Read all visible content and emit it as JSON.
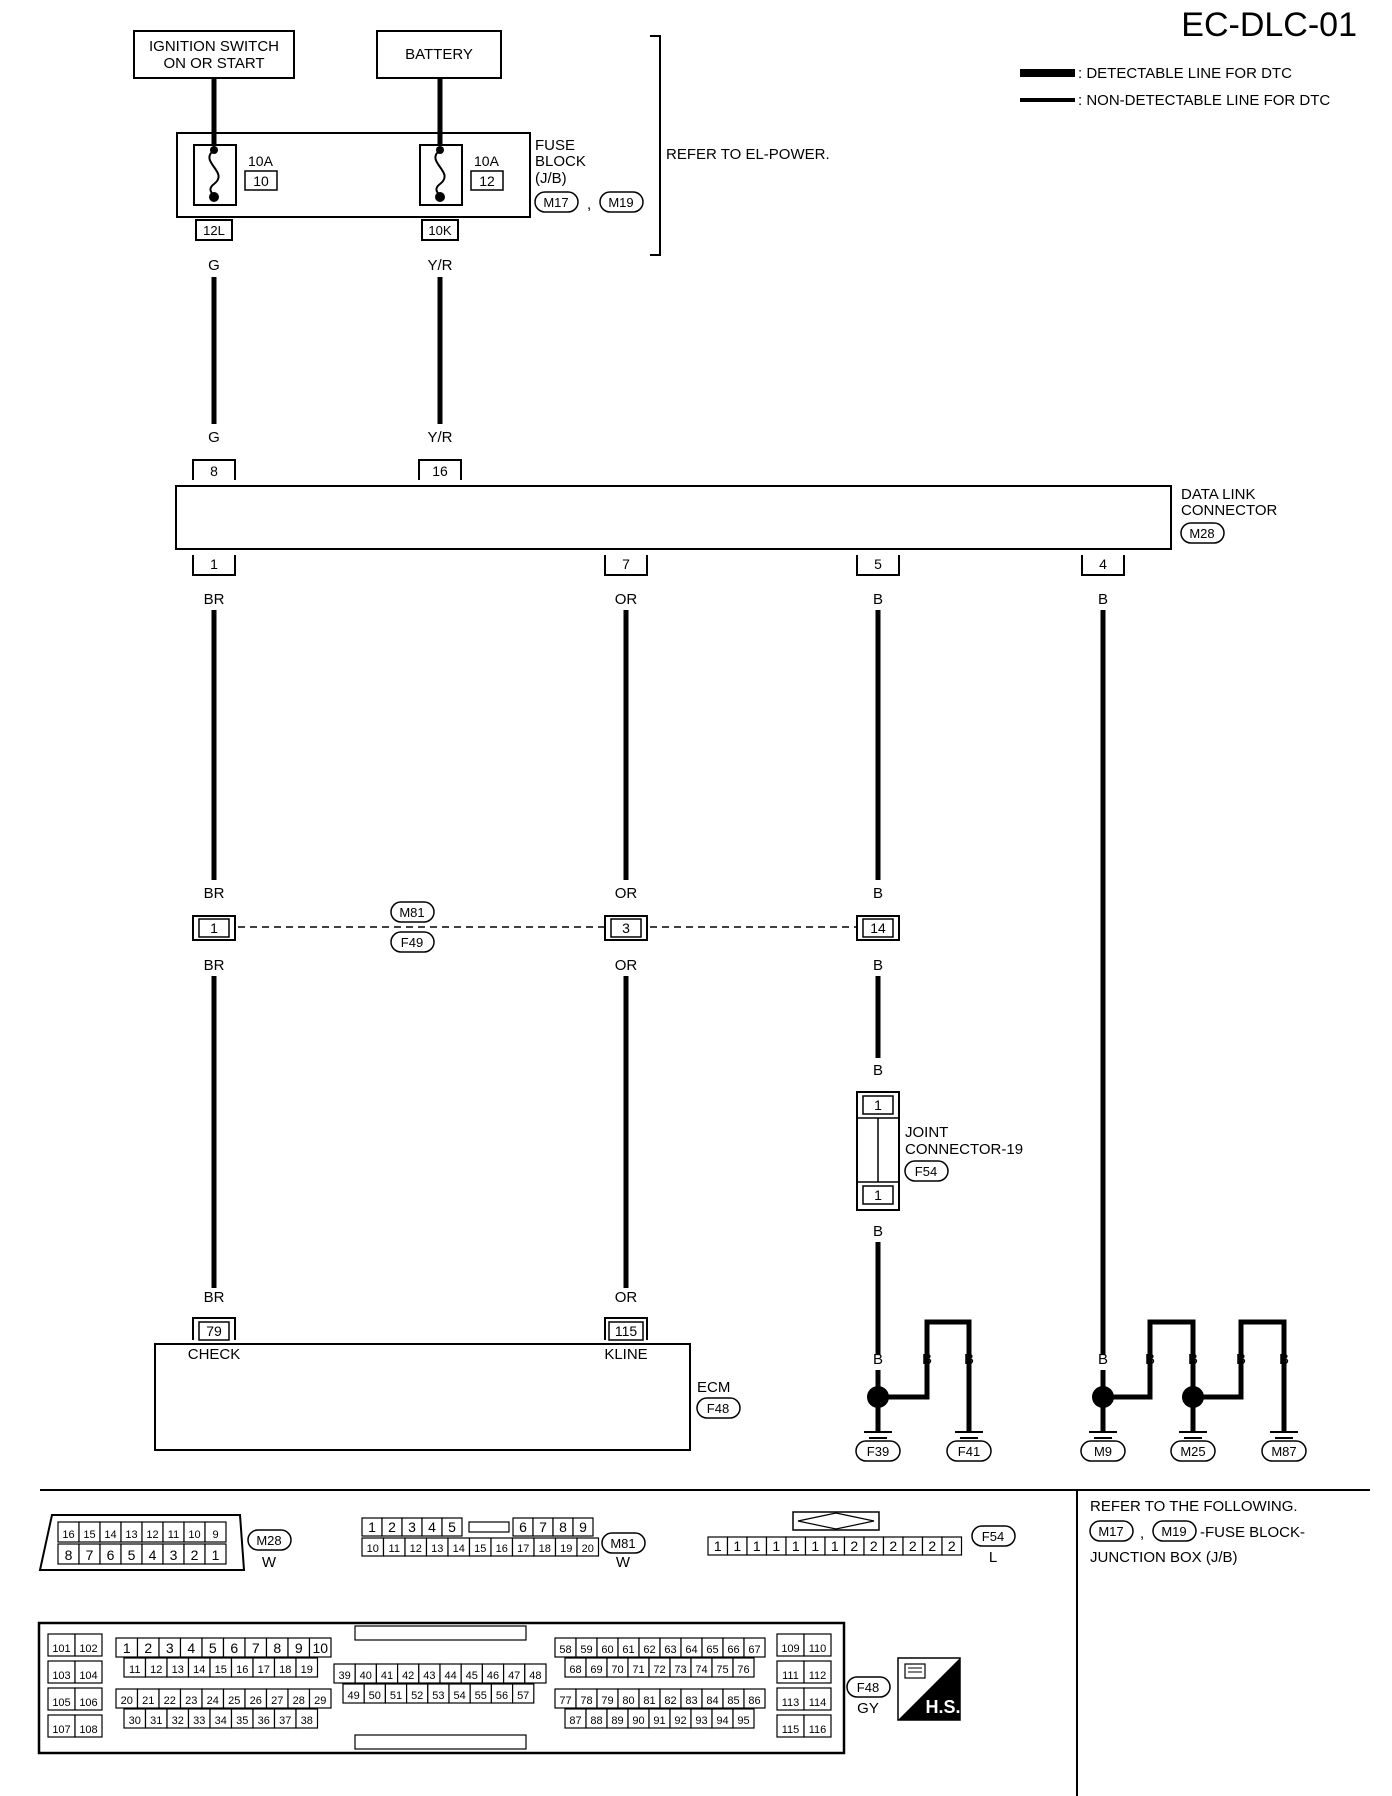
{
  "title": "EC-DLC-01",
  "legend": {
    "detectable": ": DETECTABLE LINE FOR DTC",
    "non_detectable": ": NON-DETECTABLE LINE FOR DTC"
  },
  "sources": {
    "ignition_line1": "IGNITION SWITCH",
    "ignition_line2": "ON OR START",
    "battery": "BATTERY"
  },
  "fuse_block": {
    "label_line1": "FUSE",
    "label_line2": "BLOCK",
    "label_line3": "(J/B)",
    "conn_a": "M17",
    "separator": ",",
    "conn_b": "M19",
    "fuse1_amp": "10A",
    "fuse1_no": "10",
    "fuse2_amp": "10A",
    "fuse2_no": "12",
    "term1": "12L",
    "term2": "10K",
    "refer": "REFER TO EL-POWER."
  },
  "wire_colors": {
    "g": "G",
    "yr": "Y/R",
    "br": "BR",
    "or": "OR",
    "b": "B"
  },
  "dlc": {
    "label_line1": "DATA LINK",
    "label_line2": "CONNECTOR",
    "conn": "M28",
    "pin_top_1": "8",
    "pin_top_2": "16",
    "pin_bot_1": "1",
    "pin_bot_2": "7",
    "pin_bot_3": "5",
    "pin_bot_4": "4"
  },
  "inline": {
    "conn_male": "M81",
    "conn_female": "F49",
    "pin_1": "1",
    "pin_2": "3",
    "pin_3": "14"
  },
  "joint": {
    "label_line1": "JOINT",
    "label_line2": "CONNECTOR-19",
    "conn": "F54",
    "pin_top": "1",
    "pin_bot": "1"
  },
  "ecm": {
    "label": "ECM",
    "conn": "F48",
    "pin_check": "79",
    "pin_kline": "115",
    "check_label": "CHECK",
    "kline_label": "KLINE"
  },
  "grounds": [
    "F39",
    "F41",
    "M9",
    "M25",
    "M87"
  ],
  "connector_views": {
    "m28": {
      "code": "M28",
      "color": "W",
      "row1": [
        "16",
        "15",
        "14",
        "13",
        "12",
        "11",
        "10",
        "9"
      ],
      "row2": [
        "8",
        "7",
        "6",
        "5",
        "4",
        "3",
        "2",
        "1"
      ]
    },
    "m81": {
      "code": "M81",
      "color": "W",
      "row1": [
        "1",
        "2",
        "3",
        "4",
        "5",
        "6",
        "7",
        "8",
        "9"
      ],
      "row2": [
        "10",
        "11",
        "12",
        "13",
        "14",
        "15",
        "16",
        "17",
        "18",
        "19",
        "20"
      ]
    },
    "f54": {
      "code": "F54",
      "color": "L",
      "row": [
        "1",
        "1",
        "1",
        "1",
        "1",
        "1",
        "1",
        "2",
        "2",
        "2",
        "2",
        "2",
        "2"
      ]
    },
    "f48": {
      "code": "F48",
      "color": "GY",
      "left_block": [
        "101",
        "102",
        "103",
        "104",
        "105",
        "106",
        "107",
        "108"
      ],
      "r1": [
        "1",
        "2",
        "3",
        "4",
        "5",
        "6",
        "7",
        "8",
        "9",
        "10"
      ],
      "r2": [
        "11",
        "12",
        "13",
        "14",
        "15",
        "16",
        "17",
        "18",
        "19"
      ],
      "r3": [
        "20",
        "21",
        "22",
        "23",
        "24",
        "25",
        "26",
        "27",
        "28",
        "29"
      ],
      "r4": [
        "30",
        "31",
        "32",
        "33",
        "34",
        "35",
        "36",
        "37",
        "38"
      ],
      "m1": [
        "39",
        "40",
        "41",
        "42",
        "43",
        "44",
        "45",
        "46",
        "47",
        "48"
      ],
      "m2": [
        "49",
        "50",
        "51",
        "52",
        "53",
        "54",
        "55",
        "56",
        "57"
      ],
      "n1": [
        "58",
        "59",
        "60",
        "61",
        "62",
        "63",
        "64",
        "65",
        "66",
        "67"
      ],
      "n2": [
        "68",
        "69",
        "70",
        "71",
        "72",
        "73",
        "74",
        "75",
        "76"
      ],
      "n3": [
        "77",
        "78",
        "79",
        "80",
        "81",
        "82",
        "83",
        "84",
        "85",
        "86"
      ],
      "n4": [
        "87",
        "88",
        "89",
        "90",
        "91",
        "92",
        "93",
        "94",
        "95"
      ],
      "right_block": [
        "109",
        "110",
        "111",
        "112",
        "113",
        "114",
        "115",
        "116"
      ]
    }
  },
  "refer_following": {
    "line1": "REFER TO THE FOLLOWING.",
    "conn_a": "M17",
    "separator": ",",
    "conn_b": "M19",
    "line2_suffix": "-FUSE BLOCK-",
    "line3": "JUNCTION BOX (J/B)"
  },
  "hs_badge": "H.S."
}
